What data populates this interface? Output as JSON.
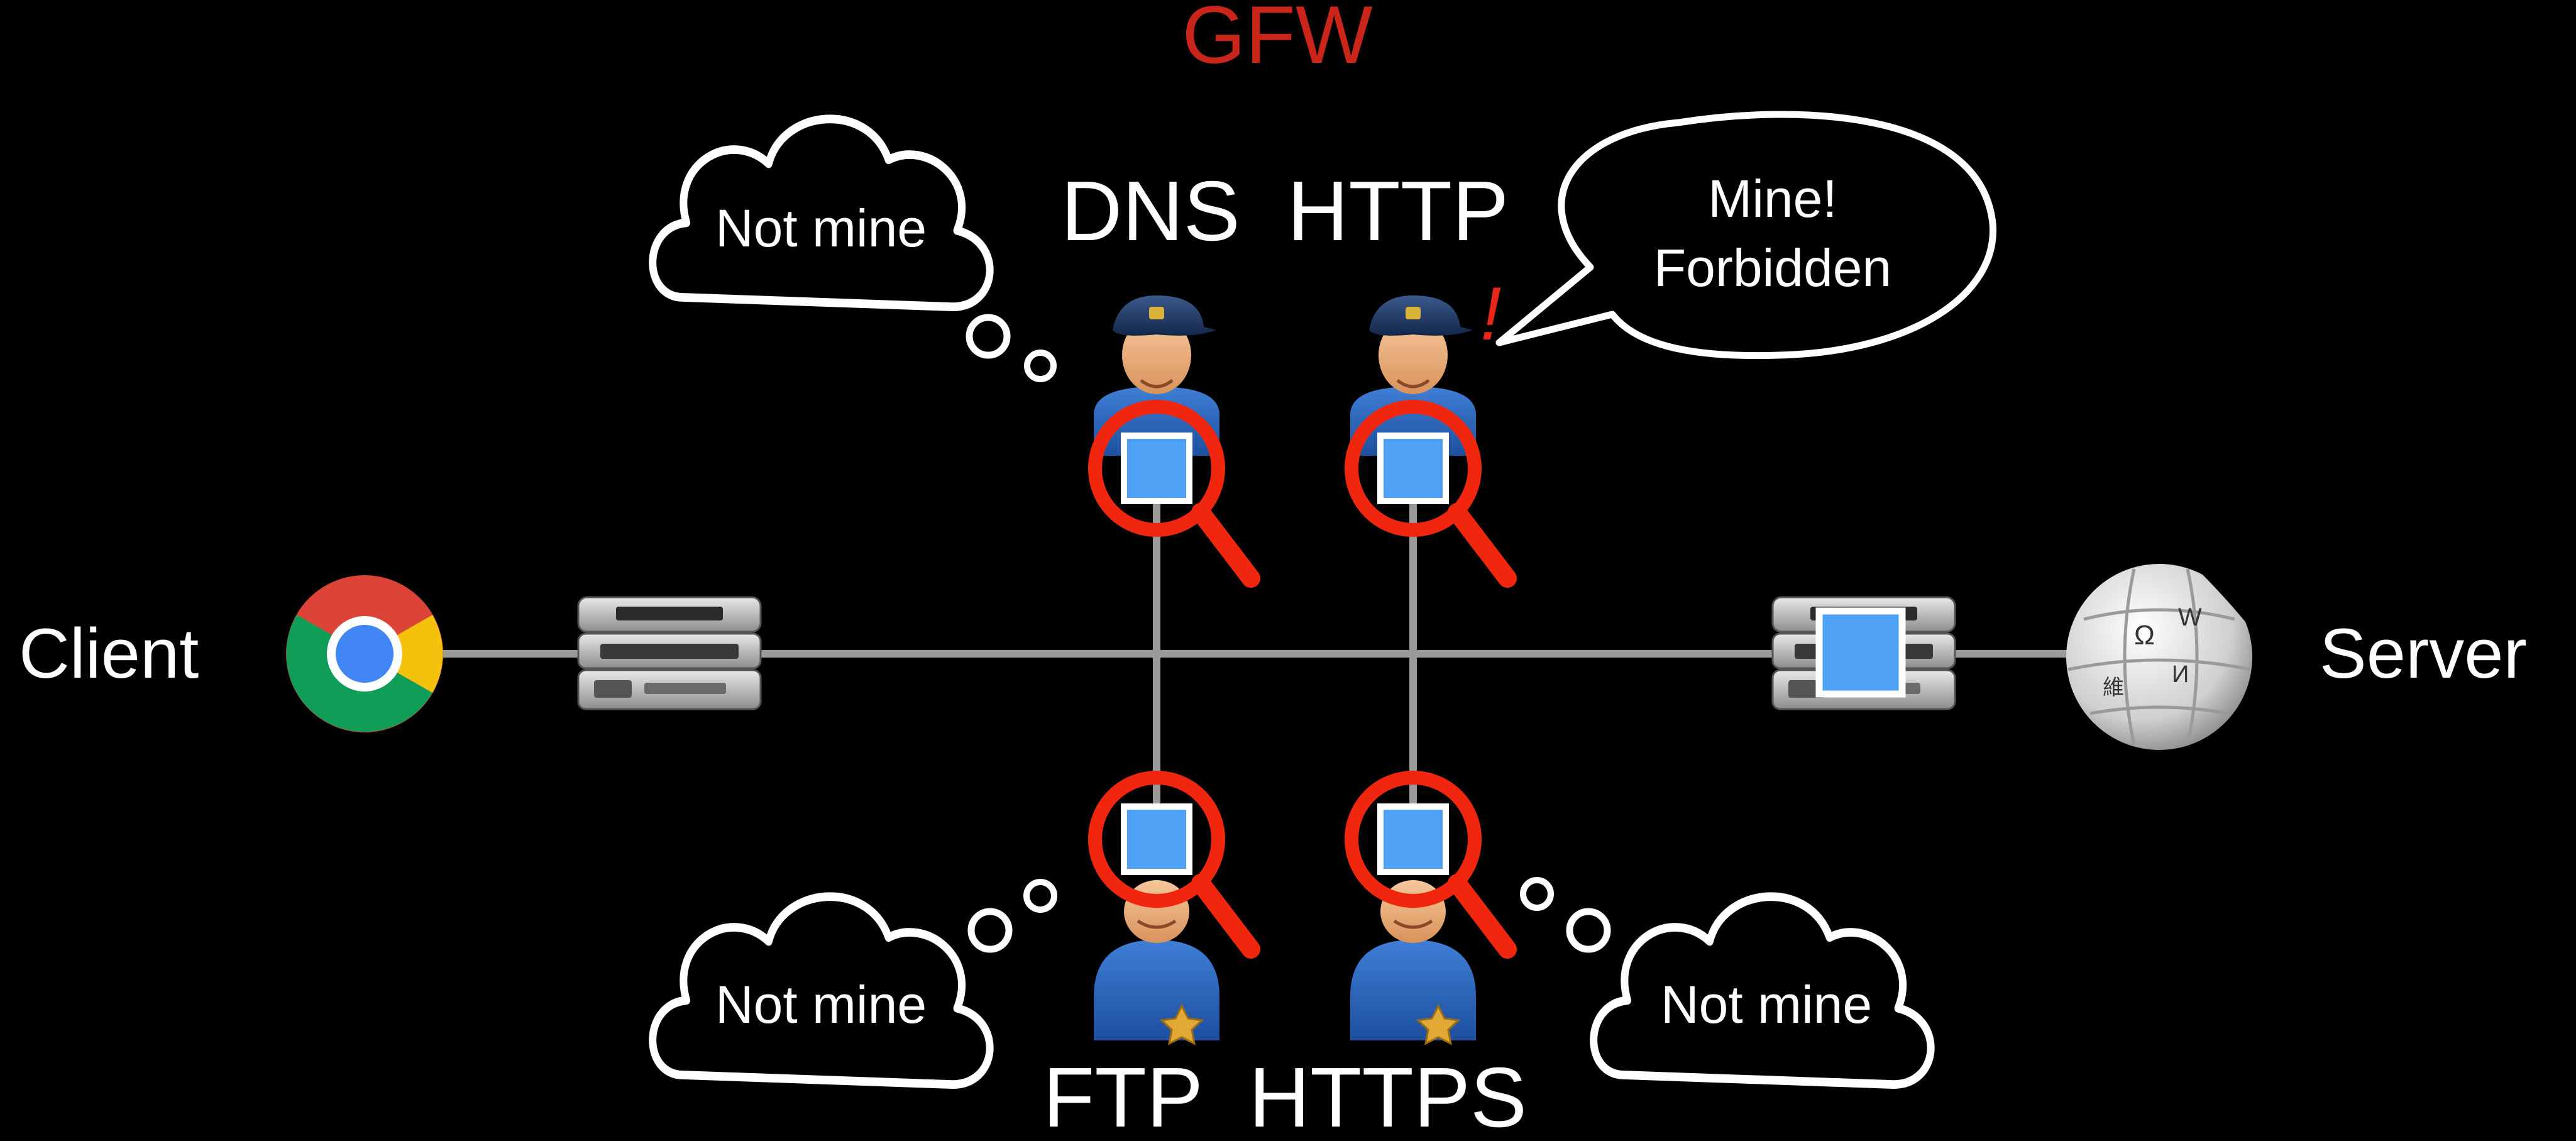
{
  "title": "GFW",
  "colors": {
    "background": "#000000",
    "title": "#c9251a",
    "line": "#9a9a9a",
    "packet": "#4ea1f5",
    "magnifier": "#f0260f",
    "text": "#ffffff",
    "exclamation": "#e8261a"
  },
  "endpoints": {
    "client_label": "Client",
    "server_label": "Server",
    "client_icon": "chrome-browser-icon",
    "server_icon": "wikipedia-globe-icon"
  },
  "inspectors": {
    "top": [
      {
        "protocol": "DNS",
        "thought": "Not mine"
      },
      {
        "protocol": "HTTP",
        "speech": [
          "Mine!",
          "Forbidden"
        ],
        "alert": "!"
      }
    ],
    "bottom": [
      {
        "protocol": "FTP",
        "thought": "Not mine"
      },
      {
        "protocol": "HTTPS",
        "thought": "Not mine"
      }
    ],
    "top_labels": "DNS  HTTP",
    "bottom_labels": "FTP  HTTPS"
  }
}
